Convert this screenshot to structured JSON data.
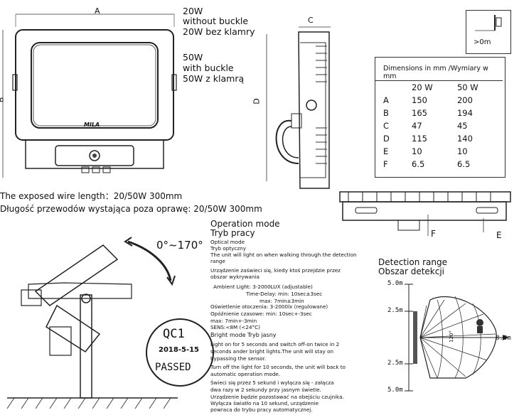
{
  "top_labels": {
    "dim_a": "A",
    "dim_c": "C",
    "dim_b": "B",
    "dim_d": "D",
    "variant1_line1": "20W",
    "variant1_line2": "without buckle",
    "variant1_line3": "20W bez klamry",
    "variant2_line1": "50W",
    "variant2_line2": "with buckle",
    "variant2_line3": "50W z klamrą",
    "distance_label": ">0m",
    "brand_mark": "MILA"
  },
  "wire_length": {
    "en": "The exposed wire length：20/50W      300mm",
    "pl": "Długość przewodów wystająca poza oprawę: 20/50W    300mm"
  },
  "dimensions_table": {
    "title": "Dimensions in mm /Wymiary w mm",
    "columns": [
      "20 W",
      "50 W"
    ],
    "rows": [
      {
        "label": "A",
        "w20": "150",
        "w50": "200"
      },
      {
        "label": "B",
        "w20": "165",
        "w50": "194"
      },
      {
        "label": "C",
        "w20": "47",
        "w50": "45"
      },
      {
        "label": "D",
        "w20": "115",
        "w50": "140"
      },
      {
        "label": "E",
        "w20": "10",
        "w50": "10"
      },
      {
        "label": "F",
        "w20": "6.5",
        "w50": "6.5"
      }
    ]
  },
  "side_bottom_labels": {
    "f": "F",
    "e": "E"
  },
  "rotation_label": "0°~170°",
  "operation": {
    "title": "Operation mode",
    "title_pl": "Tryb pracy",
    "optical": "Optical mode",
    "optical_pl": "Tryb optyczny",
    "p1": "The unit will light on when walking through the detection",
    "p1b": "range",
    "p2": "Urządzenie zaświeci się, kiedy ktoś przejdzie przez",
    "p2b": "obszar wykrywania",
    "ambient": "Ambient Light: 3-2000LUX (adjustable)",
    "delay1": "Time-Delay: min: 10sec±3sec",
    "delay2": "max: 7min±3min",
    "osw": "Oświetlenie otoczenia: 3-2000lx (regulowane)",
    "opo": "Opóźnienie czasowe: min: 10sec+-3sec",
    "opo2": "max: 7min+-3min",
    "sens": "SENS:<8M (<24°C)",
    "bright": "Bright mode   Tryb jasny",
    "b1": "Light on for 5 seconds and switch off-on twice in 2",
    "b2": "seconds ander bright lights.The unit will stay on",
    "b3": "bypassing the sensor.",
    "b4": "Turn off the light for 10 seconds, the unit will back to",
    "b5": "automatic operation mode.",
    "b6": "Świeci się przez 5 sekund i wyłącza się - załącza",
    "b7": "dwa razy w 2 sekundy przy jasnym świetle.",
    "b8": "Urządzenie będzie pozostawać na obejściu czujnika.",
    "b9": "Wyłącza światło na 10 sekund, urządzenie",
    "b10": "powraca do trybu pracy automatycznej."
  },
  "stamp": {
    "line1": "QC1",
    "line2": "2018-5-15",
    "line3": "PASSED"
  },
  "detection": {
    "title": "Detection range",
    "title_pl": "Obszar detekcji",
    "ticks": [
      "5.0m",
      "2.5m",
      "2.5m",
      "5.0m"
    ],
    "right_label": "8.0m",
    "angle": "120°"
  }
}
